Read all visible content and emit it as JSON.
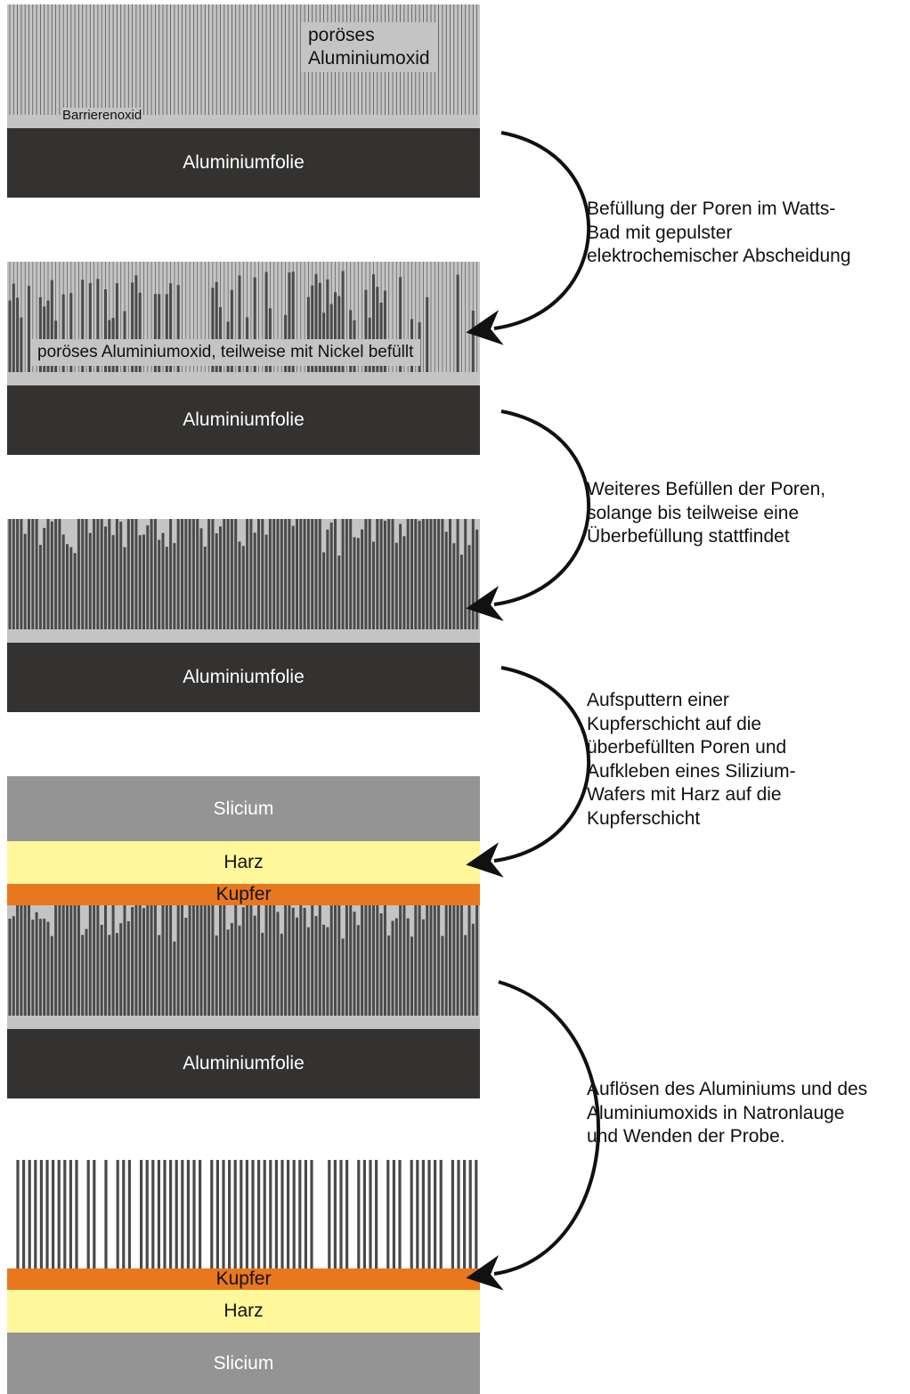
{
  "stages": [
    {
      "oxide_label": "poröses\nAluminiumoxid",
      "barrier_label": "Barrierenoxid",
      "foil_label": "Aluminiumfolie"
    },
    {
      "oxide_label": "poröses Aluminiumoxid, teilweise mit Nickel befüllt",
      "foil_label": "Aluminiumfolie"
    },
    {
      "foil_label": "Aluminiumfolie"
    },
    {
      "silicon_label": "Slicium",
      "resin_label": "Harz",
      "copper_label": "Kupfer",
      "foil_label": "Aluminiumfolie"
    },
    {
      "copper_label": "Kupfer",
      "resin_label": "Harz",
      "silicon_label": "Slicium"
    }
  ],
  "steps": [
    "Befüllung der Poren im Watts-\nBad mit gepulster\nelektrochemischer Abscheidung",
    "Weiteres Befüllen der Poren,\nsolange bis teilweise eine\nÜberbefüllung stattfindet",
    "Aufsputtern einer\nKupferschicht auf die\nüberbefüllten Poren und\nAufkleben eines Silizium-\nWafers mit Harz auf die\nKupferschicht",
    "Auflösen des Aluminiums und des\nAluminiumoxids in Natronlauge\nund Wenden der Probe."
  ],
  "colors": {
    "oxide": "#c4c4c4",
    "foil": "#333231",
    "nickel": "#4a4a4a",
    "copper": "#e8771e",
    "resin": "#fff79a",
    "silicon": "#949494"
  }
}
